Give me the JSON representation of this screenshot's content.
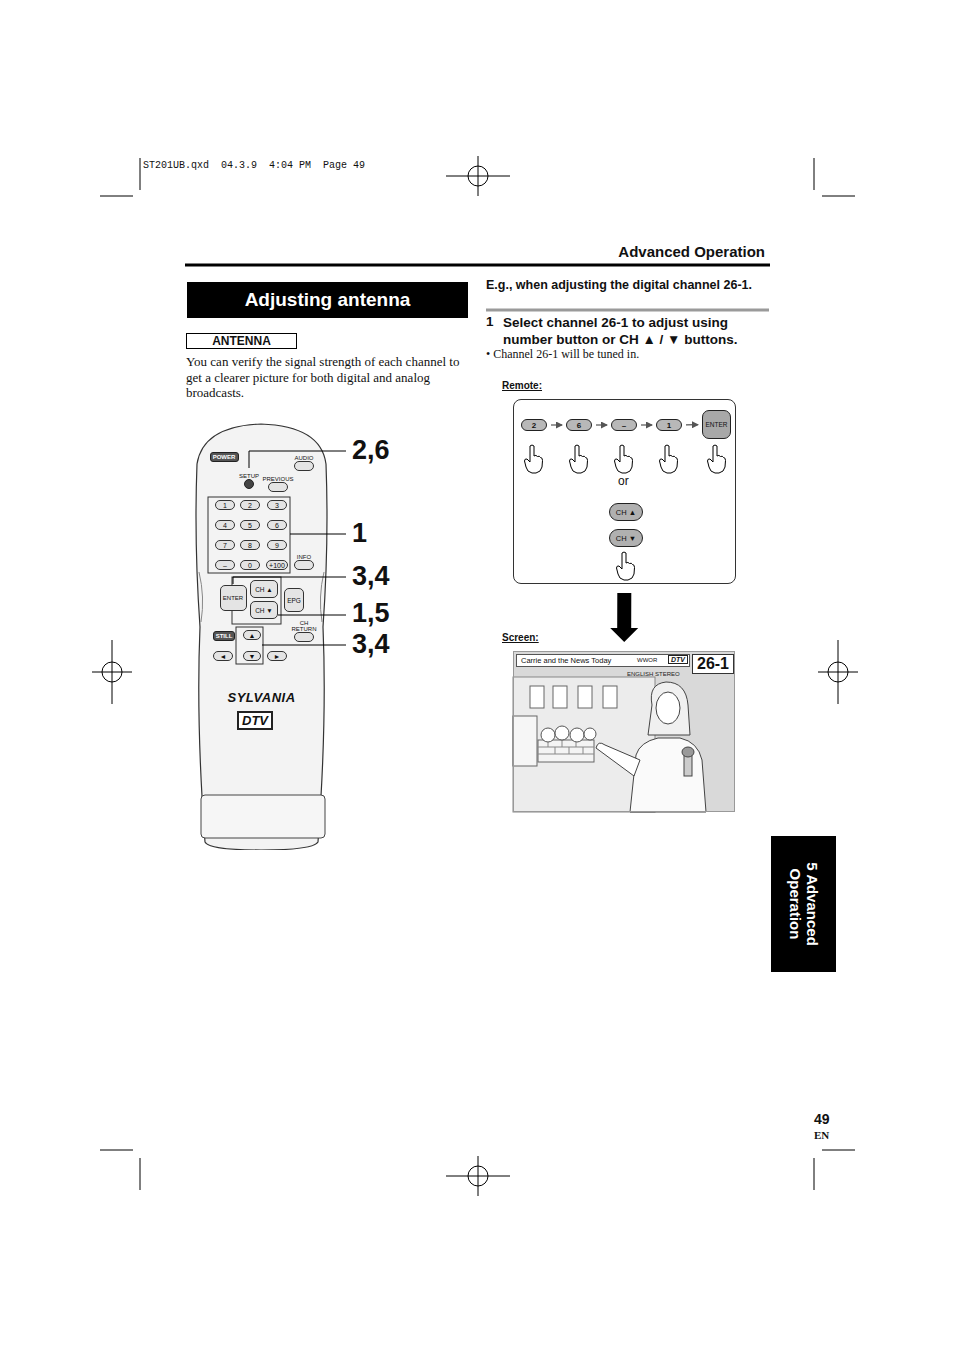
{
  "diagram": {
    "nodes": [
      {
        "text": [
          "Adjusting antenna"
        ]
      },
      {
        "text": [
          "ANTENNA"
        ]
      },
      {
        "text": [
          "SYLVANIA"
        ]
      },
      {
        "text": [
          "POWER"
        ],
        "in": 2
      },
      {
        "text": [
          "AUDIO"
        ],
        "in": 2
      },
      {
        "text": [
          "SETUP"
        ],
        "in": 2
      },
      {
        "text": [
          "PREVIOUS"
        ],
        "in": 2
      },
      {
        "text": [
          "1"
        ],
        "in": 2
      },
      {
        "text": [
          "2"
        ],
        "in": 2
      },
      {
        "text": [
          "3"
        ],
        "in": 2
      },
      {
        "text": [
          "4"
        ],
        "in": 2
      },
      {
        "text": [
          "5"
        ],
        "in": 2
      },
      {
        "text": [
          "6"
        ],
        "in": 2
      },
      {
        "text": [
          "7"
        ],
        "in": 2
      },
      {
        "text": [
          "8"
        ],
        "in": 2
      },
      {
        "text": [
          "9"
        ],
        "in": 2
      },
      {
        "text": [
          "–"
        ],
        "in": 2
      },
      {
        "text": [
          "0"
        ],
        "in": 2
      },
      {
        "text": [
          "+100"
        ],
        "in": 2
      },
      {
        "text": [
          "INFO"
        ],
        "in": 2
      },
      {
        "text": [
          "ENTER"
        ],
        "in": 2
      },
      {
        "text": [
          "CH ▲"
        ],
        "in": 2
      },
      {
        "text": [
          "CH ▼"
        ],
        "in": 2
      },
      {
        "text": [
          "EPG"
        ],
        "in": 2
      },
      {
        "text": [
          "CH RETURN"
        ],
        "in": 2
      },
      {
        "text": [
          "STILL"
        ],
        "in": 2
      },
      {
        "text": [
          "▲"
        ],
        "in": 2
      },
      {
        "text": [
          "◄"
        ],
        "in": 2
      },
      {
        "text": [
          "▼"
        ],
        "in": 2
      },
      {
        "text": [
          "►"
        ],
        "in": 2
      },
      {
        "text": [
          "or"
        ]
      },
      {
        "text": [
          "2"
        ],
        "in": 30
      },
      {
        "text": [
          "6"
        ],
        "in": 30
      },
      {
        "text": [
          "–"
        ],
        "in": 30
      },
      {
        "text": [
          "1"
        ],
        "in": 30
      },
      {
        "text": [
          "ENTER"
        ],
        "in": 30
      },
      {
        "text": [
          "CH ▲"
        ],
        "in": 30
      },
      {
        "text": [
          "CH ▼"
        ],
        "in": 30
      },
      {
        "text": [
          "ENGLISH STEREO"
        ]
      },
      {
        "text": [
          "Carrie and the News Today",
          "WWOR"
        ],
        "in": 38
      },
      {
        "text": [
          "26-1"
        ],
        "in": 38
      },
      {
        "text": [
          "5 Advanced Operation"
        ]
      }
    ],
    "edges": [
      {
        "from": 31,
        "to": 32,
        "arrow": "to"
      },
      {
        "from": 32,
        "to": 33,
        "arrow": "to"
      },
      {
        "from": 33,
        "to": 34,
        "arrow": "to"
      },
      {
        "from": 34,
        "to": 35,
        "arrow": "to"
      },
      {
        "from": 30,
        "to": 38,
        "arrow": "to"
      }
    ],
    "labels": [
      "ST201UB.qxd  04.3.9  4:04 PM  Page 49",
      "Advanced Operation",
      "You can verify the signal strength of each channel to get a clearer picture for both digital and analog broadcasts.",
      "DTV",
      "2,6",
      "1",
      "3,4",
      "1,5",
      "3,4",
      "E.g., when adjusting the digital channel 26-1.",
      "1",
      "Select channel 26-1 to adjust using number button or CH ▲ / ▼ buttons.",
      "• Channel 26-1 will be tuned in.",
      "Remote:",
      "Screen:",
      "DTV",
      "49",
      "EN"
    ]
  }
}
